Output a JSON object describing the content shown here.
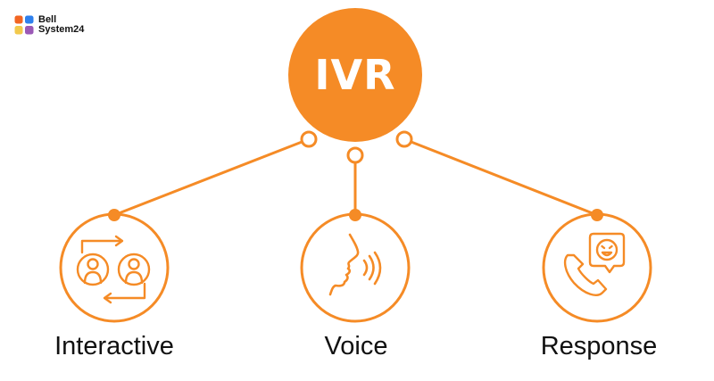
{
  "logo": {
    "line1": "Bell",
    "line2": "System24",
    "colors": [
      "#f26522",
      "#2f80ed",
      "#f2c94c",
      "#9b59b6"
    ]
  },
  "hub": {
    "label": "IVR",
    "color": "#f58b26"
  },
  "nodes": [
    {
      "label": "Interactive",
      "icon": "two-people-exchange-icon"
    },
    {
      "label": "Voice",
      "icon": "speaking-face-sound-waves-icon"
    },
    {
      "label": "Response",
      "icon": "phone-with-emoji-bubble-icon"
    }
  ],
  "colors": {
    "accent": "#f58b26",
    "text": "#111111"
  }
}
